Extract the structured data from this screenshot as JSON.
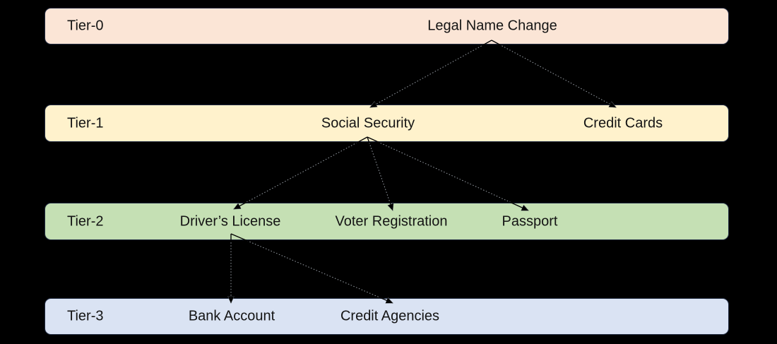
{
  "canvas": {
    "background": "#000000"
  },
  "colors": {
    "band_border": "#222c42",
    "tier0_fill": "#FBE5D6",
    "tier1_fill": "#FFF2CC",
    "tier2_fill": "#C5E0B4",
    "tier3_fill": "#DAE3F3",
    "arrow": "#000000",
    "arrow_dotted": "#9aa0a8",
    "text": "#141414"
  },
  "tiers": [
    {
      "label": "Tier-0",
      "fill": "#FBE5D6",
      "nodes": [
        {
          "id": "legal-name-change",
          "label": "Legal Name Change"
        }
      ]
    },
    {
      "label": "Tier-1",
      "fill": "#FFF2CC",
      "nodes": [
        {
          "id": "social-security",
          "label": "Social Security"
        },
        {
          "id": "credit-cards",
          "label": "Credit Cards"
        }
      ]
    },
    {
      "label": "Tier-2",
      "fill": "#C5E0B4",
      "nodes": [
        {
          "id": "drivers-license",
          "label": "Driver’s License"
        },
        {
          "id": "voter-registration",
          "label": "Voter Registration"
        },
        {
          "id": "passport",
          "label": "Passport"
        }
      ]
    },
    {
      "label": "Tier-3",
      "fill": "#DAE3F3",
      "nodes": [
        {
          "id": "bank-account",
          "label": "Bank Account"
        },
        {
          "id": "credit-agencies",
          "label": "Credit Agencies"
        }
      ]
    }
  ],
  "edges": [
    {
      "from": "legal-name-change",
      "to": "social-security"
    },
    {
      "from": "legal-name-change",
      "to": "credit-cards"
    },
    {
      "from": "social-security",
      "to": "drivers-license"
    },
    {
      "from": "social-security",
      "to": "voter-registration"
    },
    {
      "from": "social-security",
      "to": "passport"
    },
    {
      "from": "drivers-license",
      "to": "bank-account"
    },
    {
      "from": "drivers-license",
      "to": "credit-agencies"
    }
  ]
}
